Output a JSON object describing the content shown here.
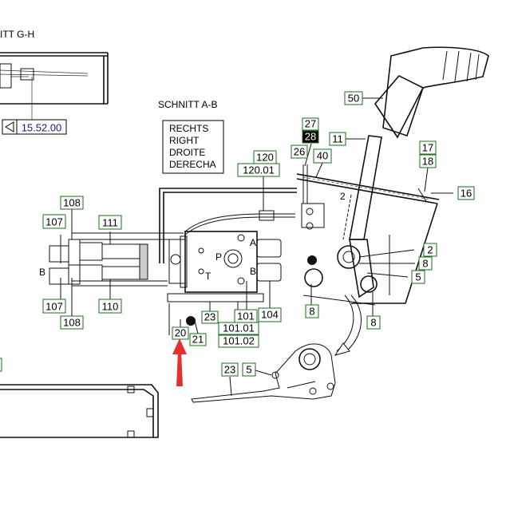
{
  "section_gh_label": "ITT   G-H",
  "section_ab_label": "SCHNITT   A-B",
  "reference_box": "15.52.00",
  "direction_labels": [
    "RECHTS",
    "RIGHT",
    "DROITE",
    "DERECHA"
  ],
  "port_labels": {
    "p": "P",
    "t": "T",
    "a": "A",
    "b": "B",
    "b_left": "B",
    "num2": "2"
  },
  "callouts": {
    "c50": "50",
    "c27": "27",
    "c28": "28",
    "c11": "11",
    "c26": "26",
    "c40": "40",
    "c120": "120",
    "c12001": "120.01",
    "c17": "17",
    "c18": "18",
    "c16": "16",
    "c108a": "108",
    "c107a": "107",
    "c111": "111",
    "c2": "2",
    "c8a": "8",
    "c5a": "5",
    "c107b": "107",
    "c110": "110",
    "c108b": "108",
    "c101": "101",
    "c104": "104",
    "c8b": "8",
    "c8c": "8",
    "c23a": "23",
    "c20": "20",
    "c21": "21",
    "c10101": "101.01",
    "c10102": "101.02",
    "c23b": "23",
    "c5b": "5"
  }
}
